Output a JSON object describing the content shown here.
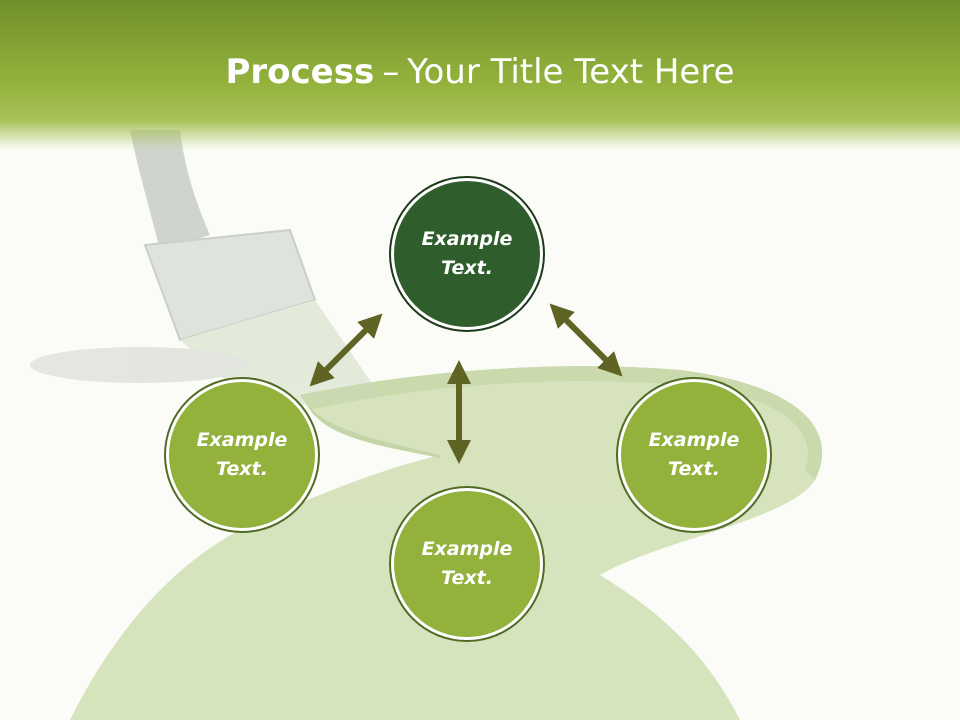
{
  "slide": {
    "title_bold": "Process",
    "title_separator": "–",
    "title_rest": "Your Title Text Here"
  },
  "nodes": {
    "top": "Example Text.",
    "left": "Example Text.",
    "right": "Example Text.",
    "bottom": "Example Text."
  },
  "colors": {
    "header": "#93b23c",
    "node_top": "#2f5d2b",
    "node_green": "#93b23c",
    "arrow": "#5f6324"
  },
  "icons": [
    "paintbrush-illustration",
    "grass-path-illustration",
    "double-arrow"
  ]
}
